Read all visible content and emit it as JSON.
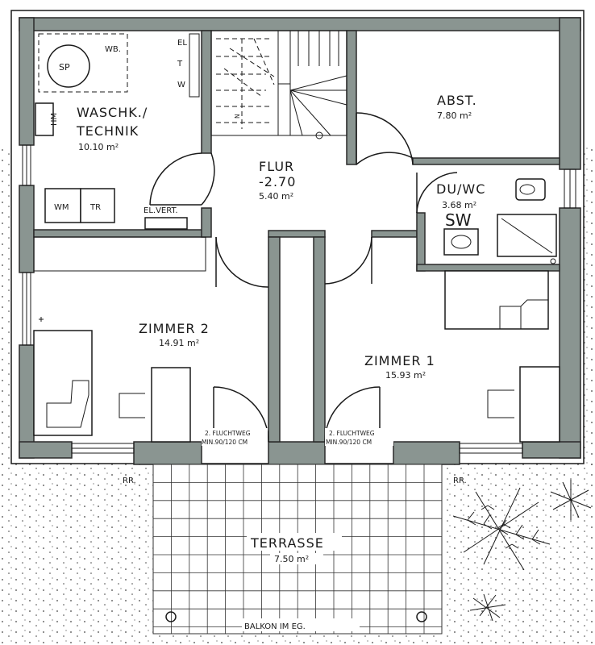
{
  "rooms": {
    "waschk": {
      "name1": "WASCHK./",
      "name2": "TECHNIK",
      "area": "10.10 m²"
    },
    "flur": {
      "name": "FLUR",
      "level": "-2.70",
      "area": "5.40 m²"
    },
    "abst": {
      "name": "ABST.",
      "area": "7.80 m²"
    },
    "duwc": {
      "name": "DU/WC",
      "area": "3.68 m²",
      "tag": "SW"
    },
    "zimmer2": {
      "name": "ZIMMER 2",
      "area": "14.91 m²"
    },
    "zimmer1": {
      "name": "ZIMMER 1",
      "area": "15.93 m²"
    },
    "terrasse": {
      "name": "TERRASSE",
      "area": "7.50 m²"
    }
  },
  "fixtures": {
    "sp": "SP",
    "wb": "WB.",
    "hm": "HM",
    "wm": "WM",
    "tr": "TR",
    "elvert": "EL.VERT.",
    "wtel": [
      "W",
      "T",
      "EL"
    ],
    "stair_mark": "N"
  },
  "labels": {
    "fluchtweg_line1": "2. FLUCHTWEG",
    "fluchtweg_line2": "MIN.90/120 CM",
    "rr": "RR.",
    "balkon": "BALKON IM EG."
  }
}
